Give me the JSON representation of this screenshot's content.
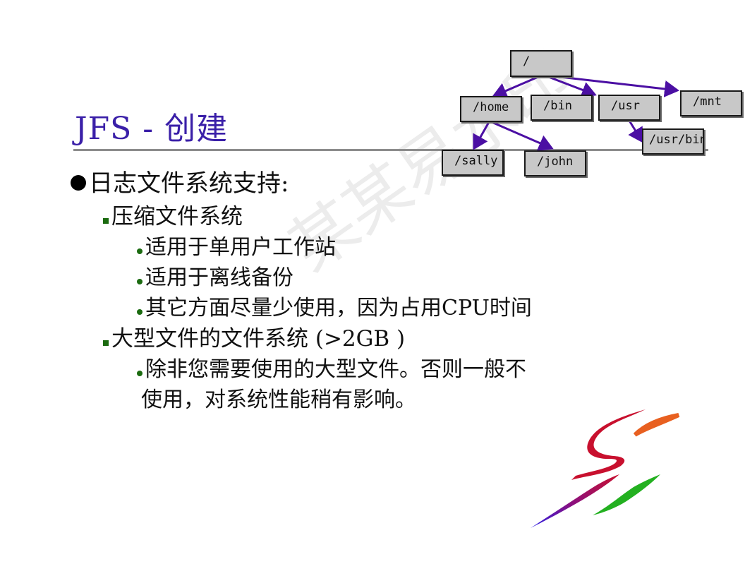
{
  "slide": {
    "title": "JFS - 创建",
    "watermark": "某某易水印",
    "bullets": [
      {
        "level": 1,
        "text": "日志文件系统支持:"
      },
      {
        "level": 2,
        "text": "压缩文件系统"
      },
      {
        "level": 3,
        "text": "适用于单用户工作站"
      },
      {
        "level": 3,
        "text": "适用于离线备份"
      },
      {
        "level": 3,
        "text": "其它方面尽量少使用，因为占用CPU时间"
      },
      {
        "level": 2,
        "text": "大型文件的文件系统 (>2GB )"
      },
      {
        "level": 3,
        "text": "除非您需要使用的大型文件。否则一般不"
      },
      {
        "level": 0,
        "text": "使用，对系统性能稍有影响。"
      }
    ]
  },
  "tree": {
    "nodes": [
      {
        "id": "root",
        "label": "/"
      },
      {
        "id": "home",
        "label": "/home"
      },
      {
        "id": "bin",
        "label": "/bin"
      },
      {
        "id": "usr",
        "label": "/usr"
      },
      {
        "id": "mnt",
        "label": "/mnt"
      },
      {
        "id": "usrbin",
        "label": "/usr/bin"
      },
      {
        "id": "sally",
        "label": "/sally"
      },
      {
        "id": "john",
        "label": "/john"
      }
    ]
  },
  "colors": {
    "title": "#3a1fa8",
    "arrow": "#4b0fa3",
    "node_fill": "#c8c8c8",
    "bullet_green": "#1b6b10"
  }
}
